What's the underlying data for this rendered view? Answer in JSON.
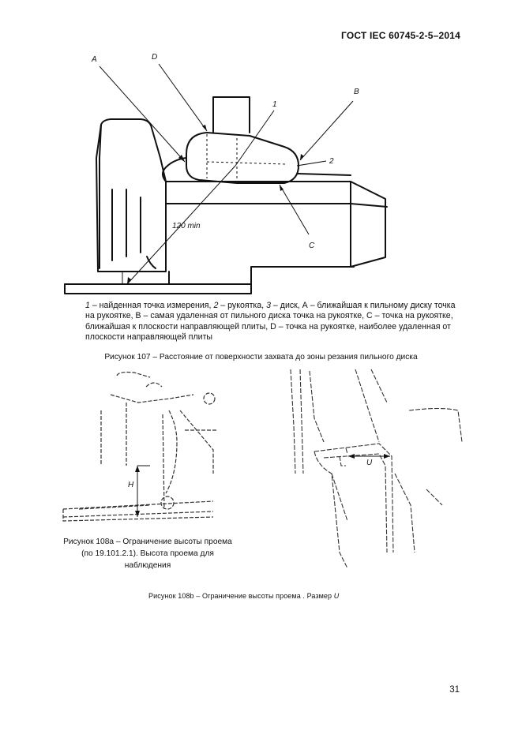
{
  "header": {
    "standard": "ГОСТ IEC 60745-2-5–2014"
  },
  "figure107": {
    "labels": {
      "A": "A",
      "D": "D",
      "one": "1",
      "B": "B",
      "two": "2",
      "C": "C",
      "min": "120 min"
    },
    "legend_parts": [
      "1",
      " – найденная точка измерения, ",
      "2",
      " – рукоятка, ",
      "3",
      " – диск, А – ближайшая к пильному диску точка на рукоятке, В – самая удаленная от пильного диска точка на рукоятке, С – точка на рукоятке, ближайшая к плоскости направляющей плиты, D – точка на рукоятке, наиболее удаленная от плоскости направляющей плиты"
    ],
    "title": "Рисунок 107 – Расстояние от поверхности захвата до зоны резания пильного диска"
  },
  "figure108a": {
    "label_h": "H",
    "caption": "Рисунок 108а – Ограничение высоты проема (по 19.101.2.1). Высота проема для наблюдения"
  },
  "figure108b": {
    "label_u": "U",
    "caption_text": "Рисунок 108b – Ограничение высоты проема . Размер ",
    "caption_var": "U"
  },
  "page_number": "31"
}
